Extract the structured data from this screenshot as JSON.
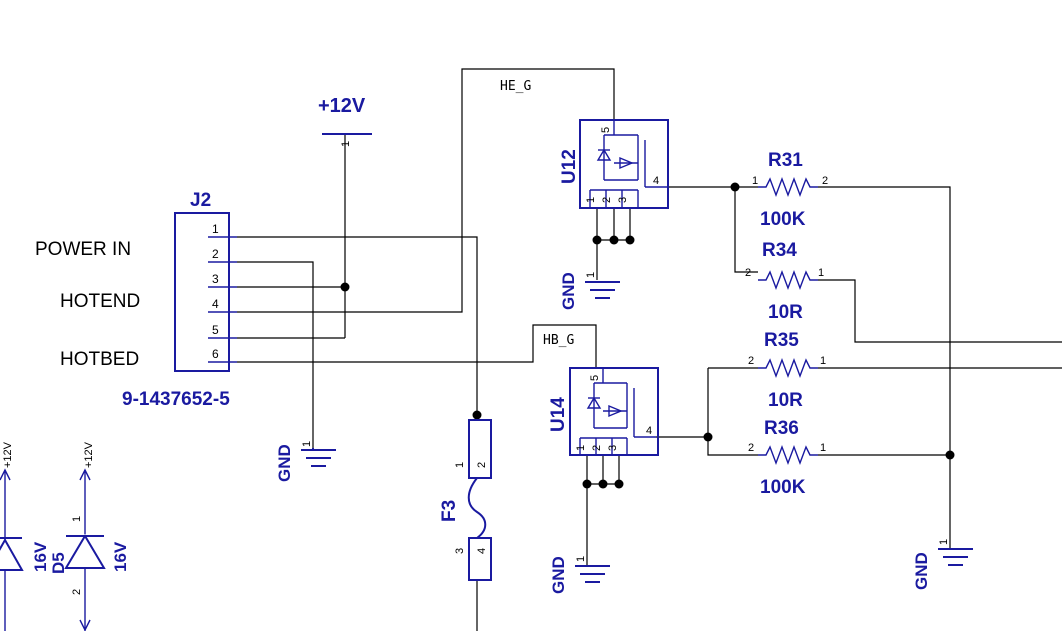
{
  "connector": {
    "ref": "J2",
    "part": "9-1437652-5",
    "pins": [
      "1",
      "2",
      "3",
      "4",
      "5",
      "6"
    ],
    "labels": {
      "power": "POWER IN",
      "hotend": "HOTEND",
      "hotbed": "HOTBED"
    }
  },
  "power": {
    "supply": "+12V",
    "supply_pin": "1",
    "gnd": "GND",
    "gnd_pin": "1"
  },
  "nets": {
    "he_gate": "HE_G",
    "hb_gate": "HB_G"
  },
  "mosfets": [
    {
      "ref": "U12",
      "pins": [
        "5",
        "1",
        "2",
        "3",
        "4"
      ]
    },
    {
      "ref": "U14",
      "pins": [
        "5",
        "1",
        "2",
        "3",
        "4"
      ]
    }
  ],
  "resistors": [
    {
      "ref": "R31",
      "value": "100K",
      "pin_a": "1",
      "pin_b": "2"
    },
    {
      "ref": "R34",
      "value": "10R",
      "pin_a": "2",
      "pin_b": "1"
    },
    {
      "ref": "R35",
      "value": "10R",
      "pin_a": "2",
      "pin_b": "1"
    },
    {
      "ref": "R36",
      "value": "100K",
      "pin_a": "2",
      "pin_b": "1"
    }
  ],
  "fuse": {
    "ref": "F3",
    "pins": [
      "1",
      "2",
      "3",
      "4"
    ]
  },
  "diodes": [
    {
      "ref": "D5",
      "value": "16V",
      "rail": "+12V",
      "pins": [
        "1",
        "2"
      ]
    },
    {
      "value": "16V",
      "rail": "+12V"
    }
  ]
}
